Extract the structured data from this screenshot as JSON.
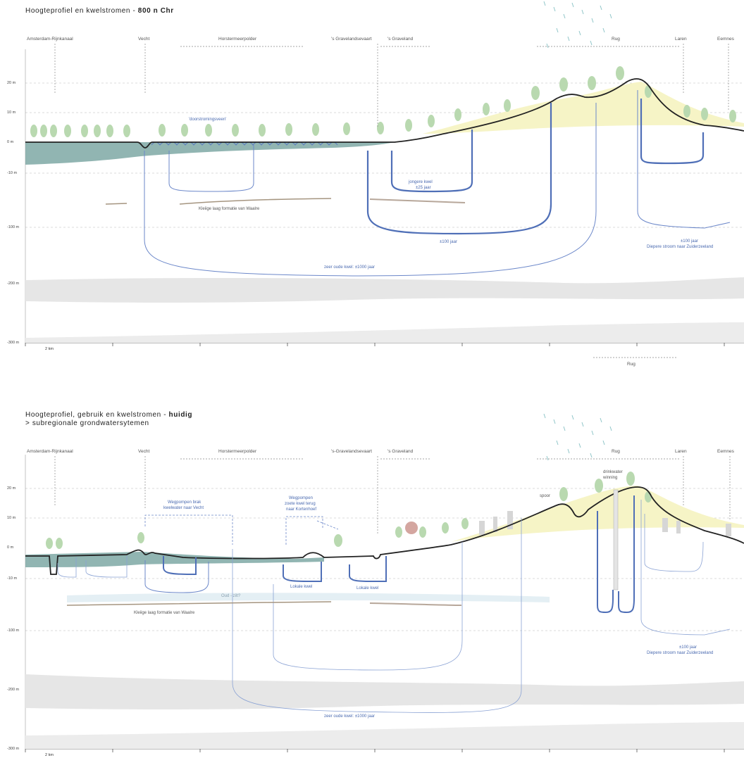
{
  "panel1": {
    "title_prefix": "Hoogteprofiel en kwelstromen - ",
    "title_bold": "800 n Chr",
    "places": [
      "Amsterdam-Rijnkanaal",
      "Vecht",
      "Horstermeerpolder",
      "'s Gravelandsevaart",
      "'s Graveland",
      "Rug",
      "Laren",
      "Eemnes"
    ],
    "yticks": [
      "20 m",
      "10 m",
      "0 m",
      "-10 m",
      "-100 m",
      "-200 m",
      "-300 m"
    ],
    "scale_label": "2 km",
    "annotations": {
      "doorstromingsveen": "'doorstromingsveen'",
      "jongere_kwel": "jongere kwel",
      "jongere_kwel_age": "±25 jaar",
      "kleiige_laag": "Kleiige laag formatie van Waalre",
      "plus100": "±100 jaar",
      "diepere_100": "±100 jaar",
      "diepere_stroom": "Diepere stroom naar Zuiderzeeland",
      "zeer_oude": "zeer oude kwel: ±1000 jaar"
    },
    "rug_bottom": "Rug"
  },
  "panel2": {
    "title_prefix": "Hoogteprofiel, gebruik en kwelstromen - ",
    "title_bold": "huidig",
    "subtitle": "> subregionale grondwatersytemen",
    "places": [
      "Amsterdam-Rijnkanaal",
      "Vecht",
      "Horstermeerpolder",
      "'s-Gravelandsevaart",
      "'s Graveland",
      "Rug",
      "Laren",
      "Eemnes"
    ],
    "yticks": [
      "20 m",
      "10 m",
      "0 m",
      "-10 m",
      "-100 m",
      "-200 m",
      "-300 m"
    ],
    "scale_label": "2 km",
    "annotations": {
      "wegpompen_brak_1": "Wegpompen brak",
      "wegpompen_brak_2": "kwelwater naar Vecht",
      "wegpompen_zoete_1": "Wegpompen",
      "wegpompen_zoete_2": "zoete kwel terug",
      "wegpompen_zoete_3": "naar Kortenhoef",
      "drinkwater_1": "drinkwater",
      "drinkwater_2": "winning",
      "spoor": "spoor",
      "lokale_kwel_1": "Lokale kwel",
      "lokale_kwel_2": "Lokale kwel",
      "oud_zilt": "Oud - zilt?",
      "kleiige_laag": "Kleiige laag formatie van Waalre",
      "diepere_100": "±100 jaar",
      "diepere_stroom": "Diepere stroom naar Zuiderzeeland",
      "zeer_oude": "zeer oude kwel: ±1000 jaar"
    }
  }
}
